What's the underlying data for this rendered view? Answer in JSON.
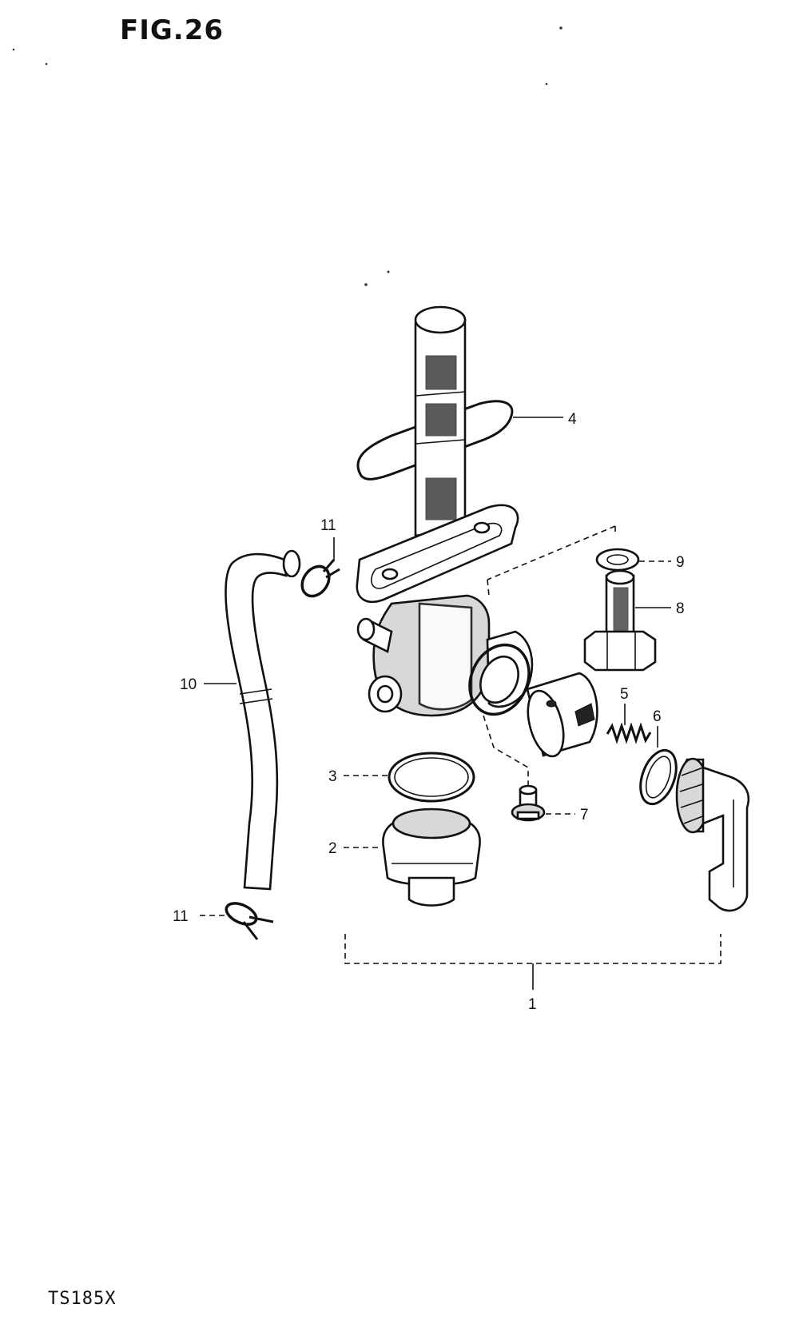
{
  "figure": {
    "title": "FIG.26",
    "model": "TS185X"
  },
  "callouts": {
    "c1": "1",
    "c2": "2",
    "c3": "3",
    "c4": "4",
    "c5": "5",
    "c6": "6",
    "c7": "7",
    "c8": "8",
    "c9": "9",
    "c10": "10",
    "c11_top": "11",
    "c11_bottom": "11"
  }
}
